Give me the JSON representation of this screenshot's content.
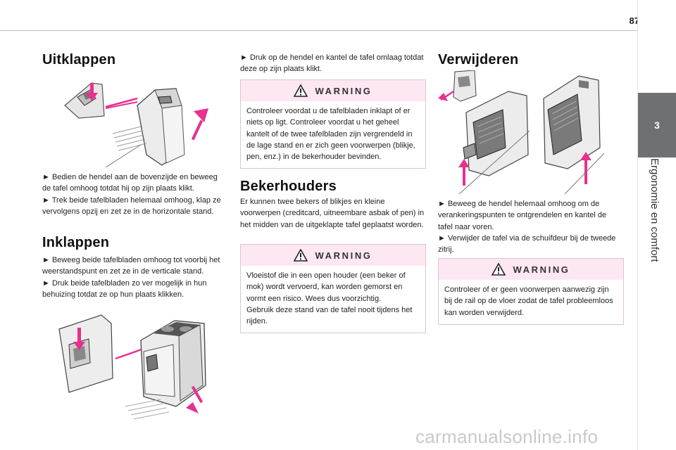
{
  "page_number": "87",
  "chapter": {
    "number": "3",
    "title": "Ergonomie en comfort"
  },
  "col1": {
    "heading1": "Uitklappen",
    "para1": "► Bedien de hendel aan de bovenzijde en beweeg de tafel omhoog totdat hij op zijn plaats klikt.",
    "para2": "► Trek beide tafelbladen helemaal omhoog, klap ze vervolgens opzij en zet ze in de horizontale stand.",
    "heading2": "Inklappen",
    "para3": "► Beweeg beide tafelbladen omhoog tot voorbij het weerstandspunt en zet ze in de verticale stand.",
    "para4": "► Druk beide tafelbladen zo ver mogelijk in hun behuizing totdat ze op hun plaats klikken."
  },
  "col2": {
    "para1": "► Druk op de hendel en kantel de tafel omlaag totdat deze op zijn plaats klikt.",
    "warning1": {
      "title": "WARNING",
      "text": "Controleer voordat u de tafelbladen inklapt of er niets op ligt. Controleer voordat u het geheel kantelt of de twee tafelbladen zijn vergrendeld in de lage stand en er zich geen voorwerpen (blikje, pen, enz.) in de bekerhouder bevinden."
    },
    "heading": "Bekerhouders",
    "para2": "Er kunnen twee bekers of blikjes en kleine voorwerpen (creditcard, uitneembare asbak of pen) in het midden van de uitgeklapte tafel geplaatst worden.",
    "warning2": {
      "title": "WARNING",
      "text1": "Vloeistof die in een open houder (een beker of mok) wordt vervoerd, kan worden gemorst en vormt een risico. Wees dus voorzichtig.",
      "text2": "Gebruik deze stand van de tafel nooit tijdens het rijden."
    }
  },
  "col3": {
    "heading": "Verwijderen",
    "para1": "► Beweeg de hendel helemaal omhoog om de verankeringspunten te ontgrendelen en kantel de tafel naar voren.",
    "para2": "► Verwijder de tafel via de schuifdeur bij de tweede zitrij.",
    "warning": {
      "title": "WARNING",
      "text": "Controleer of er geen voorwerpen aanwezig zijn bij de rail op de vloer zodat de tafel probleemloos kan worden verwijderd."
    }
  },
  "watermark": "carmanualsonline.info",
  "colors": {
    "accent_magenta": "#e8308f",
    "warning_bg": "#fde7f3",
    "chapter_tab": "#6d7173"
  }
}
